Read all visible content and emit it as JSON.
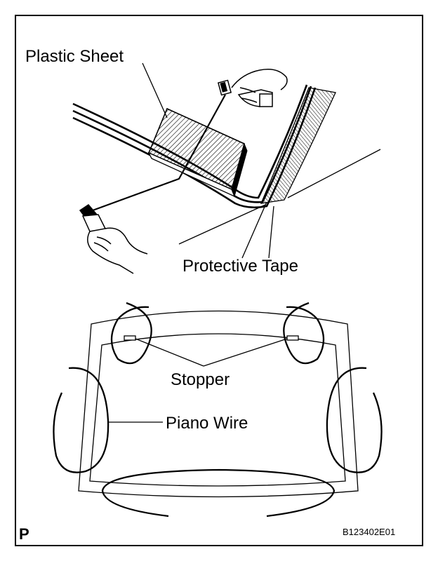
{
  "labels": {
    "plastic_sheet": "Plastic Sheet",
    "protective_tape": "Protective Tape",
    "stopper": "Stopper",
    "piano_wire": "Piano Wire"
  },
  "corner_mark": "P",
  "figure_code": "B123402E01",
  "colors": {
    "line": "#000000",
    "background": "#ffffff"
  }
}
